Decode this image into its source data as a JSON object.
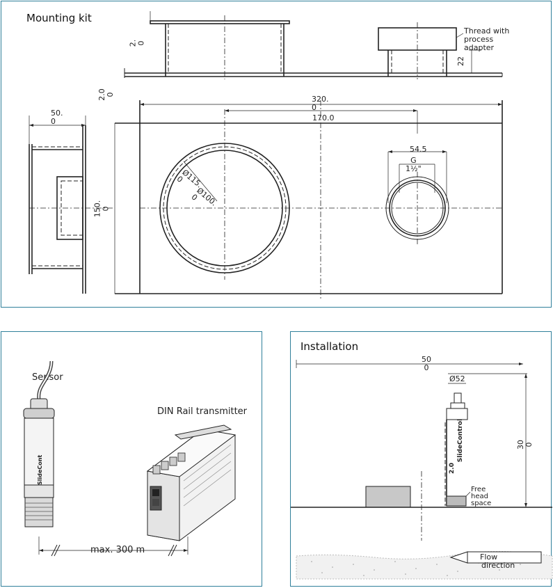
{
  "mounting_kit": {
    "title": "Mounting kit",
    "thread_note": [
      "Thread with",
      "process",
      "adapter"
    ],
    "dim_22": "22",
    "dim_2": [
      "2.",
      "0"
    ],
    "dim_20": [
      "2.0",
      "0"
    ],
    "dim_50": [
      "50.",
      "0"
    ],
    "dim_320": [
      "320.",
      "0"
    ],
    "dim_170": "170.0",
    "dim_150": [
      "150.",
      "0"
    ],
    "dim_545": "54.5",
    "dim_g": [
      "G",
      "1½\""
    ],
    "dim_d115": [
      "Ø115.",
      "0"
    ],
    "dim_d100": [
      "Ø100.",
      "0"
    ]
  },
  "components": {
    "sensor_label": "Sensor",
    "transmitter_label": "DIN Rail transmitter",
    "cable_note": "max. 300 m",
    "sensor_brand": "SlideCont"
  },
  "installation": {
    "title": "Installation",
    "dim_500": [
      "50",
      "0"
    ],
    "dim_d52": "Ø52",
    "dim_300": [
      "30",
      "0"
    ],
    "dim_20": "2.0",
    "sensor_brand": "SlideControl",
    "free_head_space": [
      "Free",
      "head",
      "space"
    ],
    "flow": [
      "Flow",
      "direction"
    ]
  }
}
